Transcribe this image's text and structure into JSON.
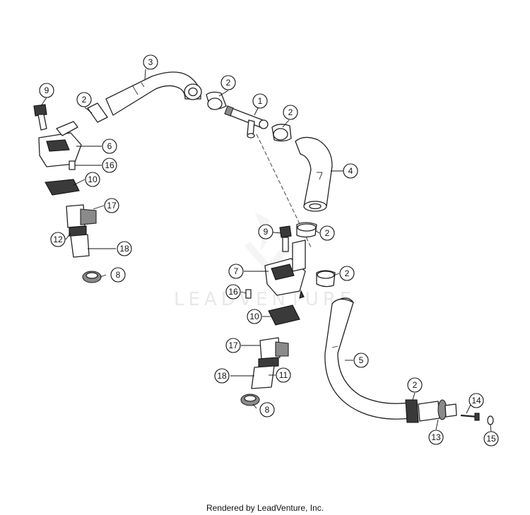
{
  "watermark": {
    "text": "LEADVENTURE"
  },
  "footer": {
    "text": "Rendered by LeadVenture, Inc."
  },
  "callouts": [
    "1",
    "2",
    "2",
    "2",
    "2",
    "2",
    "2",
    "3",
    "4",
    "5",
    "6",
    "7",
    "8",
    "8",
    "9",
    "9",
    "10",
    "10",
    "11",
    "12",
    "13",
    "14",
    "15",
    "16",
    "16",
    "17",
    "17",
    "18",
    "18"
  ]
}
